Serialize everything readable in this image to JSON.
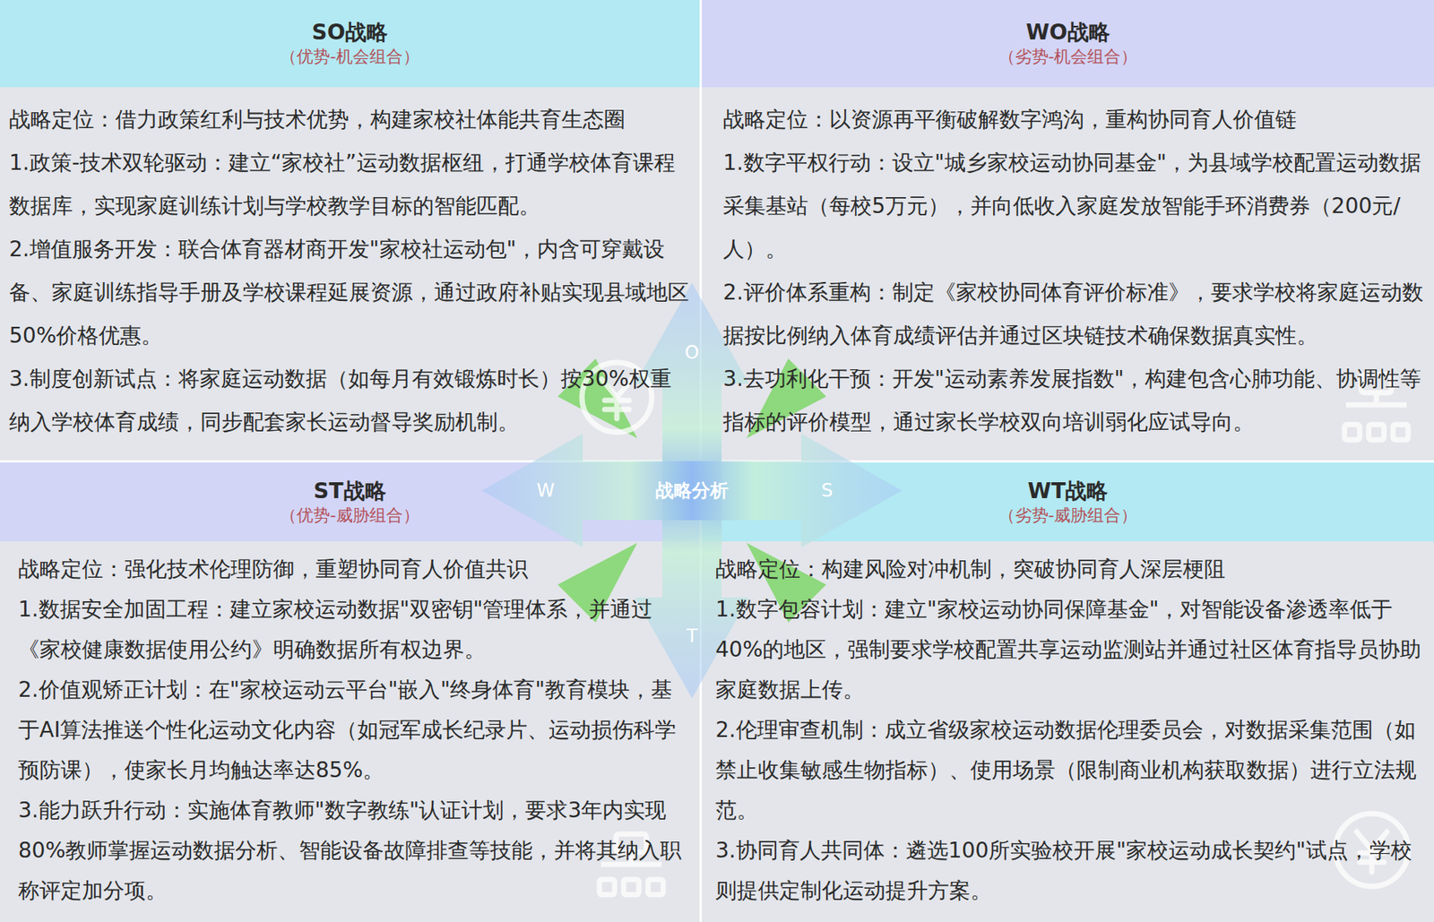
{
  "diagram": {
    "nodes": [
      {
        "text": [
          "SO战略",
          "（优势-机会组合）",
          "战略定位：借力政策红利与技术优势，构建家校社体能共育生态圈",
          "1.政策-技术双轮驱动：建立“家校社”运动数据枢纽，打通学校体育课程数据库，实现家庭训练计划与学校教学目标的智能匹配。",
          "2.增值服务开发：联合体育器材商开发\"家校社运动包\"，内含可穿戴设备、家庭训练指导手册及学校课程延展资源，通过政府补贴实现县域地区50%价格优惠。",
          "3.制度创新试点：将家庭运动数据（如每月有效锻炼时长）按30%权重纳入学校体育成绩，同步配套家长运动督导奖励机制。"
        ]
      },
      {
        "text": [
          "WO战略",
          "（劣势-机会组合）",
          "战略定位：以资源再平衡破解数字鸿沟，重构协同育人价值链",
          "1.数字平权行动：设立\"城乡家校运动协同基金\"，为县域学校配置运动数据采集基站（每校5万元），并向低收入家庭发放智能手环消费券（200元/人）。",
          "2.评价体系重构：制定《家校协同体育评价标准》，要求学校将家庭运动数据按比例纳入体育成绩评估并通过区块链技术确保数据真实性。",
          "3.去功利化干预：开发\"运动素养发展指数\"，构建包含心肺功能、协调性等指标的评价模型，通过家长学校双向培训弱化应试导向。"
        ]
      },
      {
        "text": [
          "ST战略",
          "（优势-威胁组合）",
          "战略定位：强化技术伦理防御，重塑协同育人价值共识",
          "1.数据安全加固工程：建立家校运动数据\"双密钥\"管理体系，并通过《家校健康数据使用公约》明确数据所有权边界。",
          "2.价值观矫正计划：在\"家校运动云平台\"嵌入\"终身体育\"教育模块，基于AI算法推送个性化运动文化内容（如冠军成长纪录片、运动损伤科学预防课），使家长月均触达率达85%。",
          "3.能力跃升行动：实施体育教师\"数字教练\"认证计划，要求3年内实现80%教师掌握运动数据分析、智能设备故障排查等技能，并将其纳入职称评定加分项。"
        ]
      },
      {
        "text": [
          "WT战略",
          "（劣势-威胁组合）",
          "战略定位：构建风险对冲机制，突破协同育人深层梗阻",
          "1.数字包容计划：建立\"家校运动协同保障基金\"，对智能设备渗透率低于40%的地区，强制要求学校配置共享运动监测站并通过社区体育指导员协助家庭数据上传。",
          "2.伦理审查机制：成立省级家校运动数据伦理委员会，对数据采集范围（如禁止收集敏感生物指标）、使用场景（限制商业机构获取数据）进行立法规范。",
          "3.协同育人共同体：遴选100所实验校开展\"家校运动成长契约\"试点，学校则提供定制化运动提升方案。"
        ]
      },
      {
        "text": [
          "O",
          "W",
          "战略分析",
          "S",
          "T"
        ]
      }
    ]
  }
}
